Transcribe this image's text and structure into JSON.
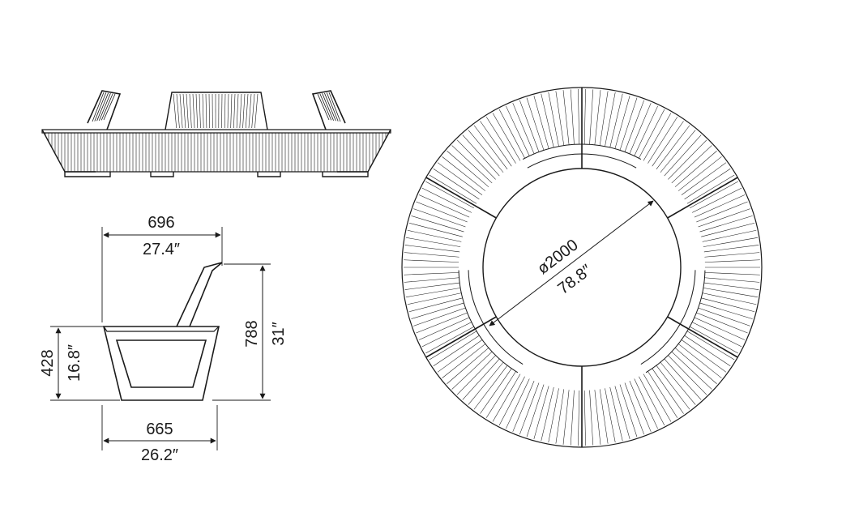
{
  "palette": {
    "ink": "#1a1a1a",
    "paper": "#ffffff"
  },
  "side_view": {
    "overall_width_mm": "696",
    "overall_width_in": "27.4″",
    "height_mm": "788",
    "height_in": "31″",
    "seat_height_mm": "428",
    "seat_height_in": "16.8″",
    "base_width_mm": "665",
    "base_width_in": "26.2″"
  },
  "plan_view": {
    "inner_diameter_mm": "ø2000",
    "inner_diameter_in": "78.8″"
  }
}
